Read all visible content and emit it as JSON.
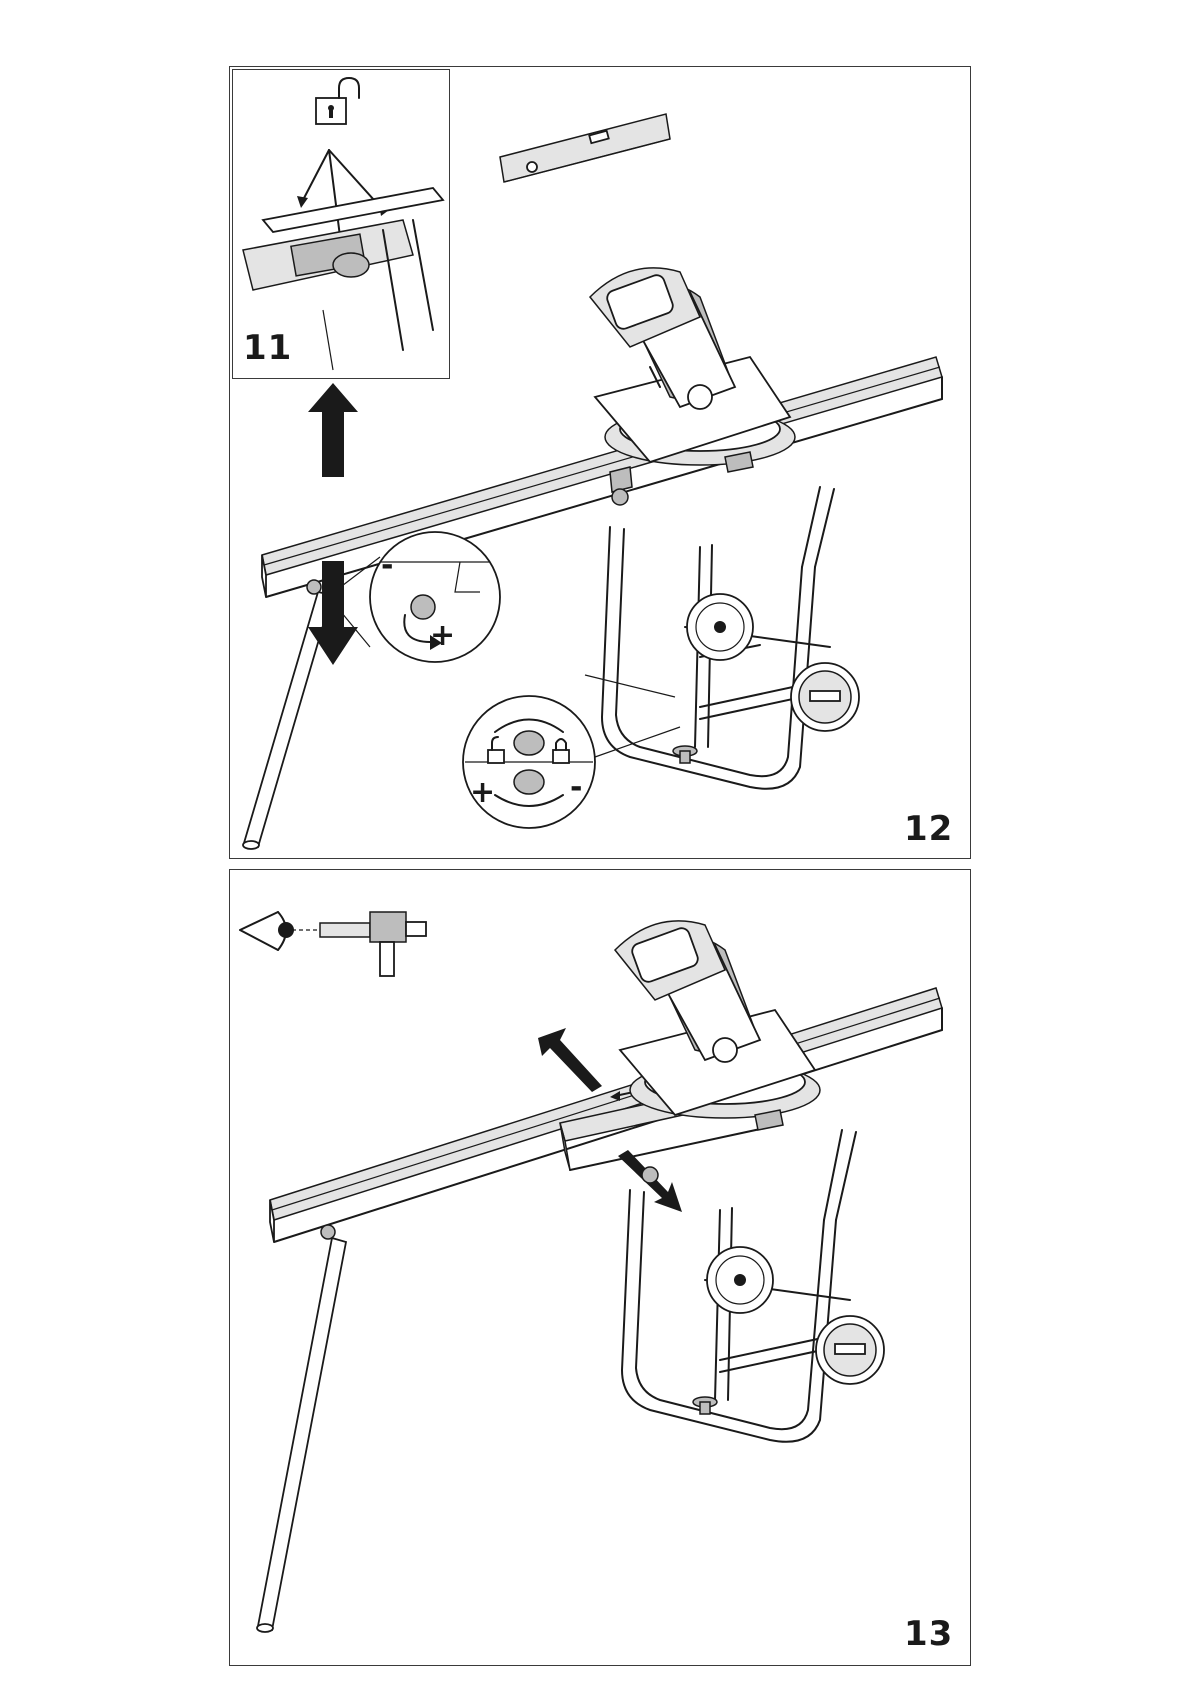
{
  "figures": {
    "fig11": {
      "number": "11"
    },
    "fig12": {
      "number": "12"
    },
    "fig13": {
      "number": "13"
    }
  },
  "detail_symbols": {
    "minus": "-",
    "plus": "+"
  },
  "icons": [
    "padlock-open-icon",
    "padlock-closed-icon",
    "eye-icon",
    "spirit-level-icon",
    "up-arrow-icon",
    "down-arrow-icon",
    "rotate-arrows-icon"
  ],
  "colors": {
    "ink": "#1a1a1a",
    "shade": "#bdbdbd",
    "light": "#e4e4e4"
  }
}
